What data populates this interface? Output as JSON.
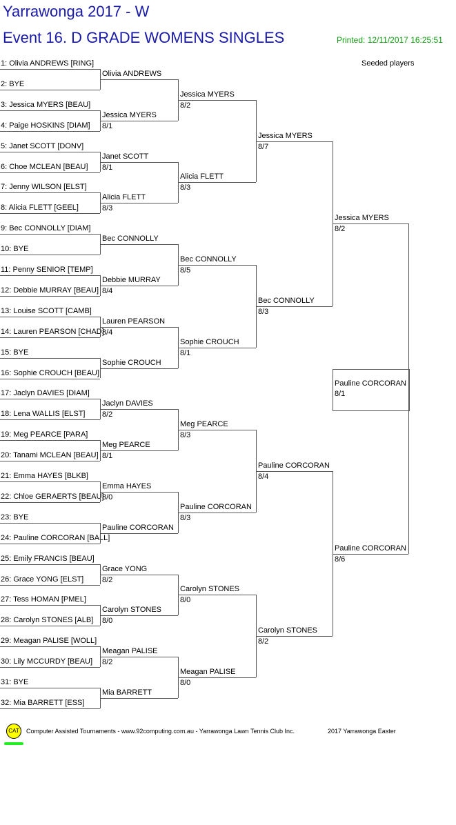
{
  "header": {
    "tournament": "Yarrawonga  2017 - W",
    "event": "Event 16. D GRADE WOMENS SINGLES",
    "printed": "Printed: 12/11/2017 16:25:51",
    "seeded_label": "Seeded players"
  },
  "draw": {
    "round1": [
      "1: Olivia ANDREWS [RING]",
      "2: BYE",
      "3: Jessica MYERS [BEAU]",
      "4: Paige HOSKINS [DIAM]",
      "5: Janet SCOTT [DONV]",
      "6: Choe MCLEAN [BEAU]",
      "7: Jenny WILSON [ELST]",
      "8: Alicia FLETT [GEEL]",
      "9: Bec CONNOLLY [DIAM]",
      "10: BYE",
      "11: Penny SENIOR [TEMP]",
      "12: Debbie MURRAY [BEAU]",
      "13: Louise SCOTT [CAMB]",
      "14: Lauren PEARSON [CHAD]",
      "15: BYE",
      "16: Sophie CROUCH [BEAU]",
      "17: Jaclyn DAVIES [DIAM]",
      "18: Lena WALLIS [ELST]",
      "19: Meg PEARCE [PARA]",
      "20: Tanami MCLEAN [BEAU]",
      "21: Emma HAYES [BLKB]",
      "22: Chloe GERAERTS [BEAU]",
      "23: BYE",
      "24: Pauline CORCORAN [BALL]",
      "25: Emily FRANCIS [BEAU]",
      "26: Grace YONG [ELST]",
      "27: Tess HOMAN [PMEL]",
      "28: Carolyn STONES [ALB]",
      "29: Meagan PALISE [WOLL]",
      "30: Lily MCCURDY [BEAU]",
      "31: BYE",
      "32: Mia BARRETT [ESS]"
    ],
    "rounds": [
      [
        {
          "name": "Olivia ANDREWS",
          "score": ""
        },
        {
          "name": "Jessica MYERS",
          "score": "8/1"
        },
        {
          "name": "Janet SCOTT",
          "score": "8/1"
        },
        {
          "name": "Alicia FLETT",
          "score": "8/3"
        },
        {
          "name": "Bec CONNOLLY",
          "score": ""
        },
        {
          "name": "Debbie MURRAY",
          "score": "8/4"
        },
        {
          "name": "Lauren PEARSON",
          "score": "8/4"
        },
        {
          "name": "Sophie CROUCH",
          "score": ""
        },
        {
          "name": "Jaclyn DAVIES",
          "score": "8/2"
        },
        {
          "name": "Meg PEARCE",
          "score": "8/1"
        },
        {
          "name": "Emma HAYES",
          "score": "8/0"
        },
        {
          "name": "Pauline CORCORAN",
          "score": ""
        },
        {
          "name": "Grace YONG",
          "score": "8/2"
        },
        {
          "name": "Carolyn STONES",
          "score": "8/0"
        },
        {
          "name": "Meagan PALISE",
          "score": "8/2"
        },
        {
          "name": "Mia BARRETT",
          "score": ""
        }
      ],
      [
        {
          "name": "Jessica MYERS",
          "score": "8/2"
        },
        {
          "name": "Alicia FLETT",
          "score": "8/3"
        },
        {
          "name": "Bec CONNOLLY",
          "score": "8/5"
        },
        {
          "name": "Sophie CROUCH",
          "score": "8/1"
        },
        {
          "name": "Meg PEARCE",
          "score": "8/3"
        },
        {
          "name": "Pauline CORCORAN",
          "score": "8/3"
        },
        {
          "name": "Carolyn STONES",
          "score": "8/0"
        },
        {
          "name": "Meagan PALISE",
          "score": "8/0"
        }
      ],
      [
        {
          "name": "Jessica MYERS",
          "score": "8/7"
        },
        {
          "name": "Bec CONNOLLY",
          "score": "8/3"
        },
        {
          "name": "Pauline CORCORAN",
          "score": "8/4"
        },
        {
          "name": "Carolyn STONES",
          "score": "8/2"
        }
      ],
      [
        {
          "name": "Jessica MYERS",
          "score": "8/2"
        },
        {
          "name": "Pauline CORCORAN",
          "score": "8/6"
        }
      ]
    ],
    "winner": {
      "name": "Pauline CORCORAN",
      "score": "8/1"
    }
  },
  "footer": {
    "logo": "CAT",
    "credit": "Computer Assisted Tournaments - www.92computing.com.au -  Yarrawonga Lawn Tennis Club Inc.",
    "event_name": "2017 Yarrawonga Easter"
  }
}
